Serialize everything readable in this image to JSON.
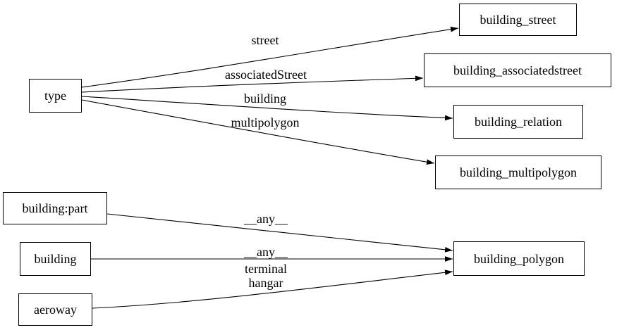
{
  "colors": {
    "background": "#ffffff",
    "node_border": "#000000",
    "node_fill": "#ffffff",
    "edge_stroke": "#000000",
    "text": "#000000"
  },
  "nodes": {
    "type": {
      "label": "type"
    },
    "building_street": {
      "label": "building_street"
    },
    "building_associatedstreet": {
      "label": "building_associatedstreet"
    },
    "building_relation": {
      "label": "building_relation"
    },
    "building_multipolygon": {
      "label": "building_multipolygon"
    },
    "building_part": {
      "label": "building:part"
    },
    "building": {
      "label": "building"
    },
    "aeroway": {
      "label": "aeroway"
    },
    "building_polygon": {
      "label": "building_polygon"
    }
  },
  "edges": {
    "type_to_building_street": {
      "label": "street"
    },
    "type_to_building_associatedstreet": {
      "label": "associatedStreet"
    },
    "type_to_building_relation": {
      "label": "building"
    },
    "type_to_building_multipolygon": {
      "label": "multipolygon"
    },
    "building_part_to_building_polygon": {
      "label": "__any__"
    },
    "building_to_building_polygon": {
      "label": "__any__"
    },
    "aeroway_to_building_polygon_line1": {
      "label": "terminal"
    },
    "aeroway_to_building_polygon_line2": {
      "label": "hangar"
    }
  }
}
